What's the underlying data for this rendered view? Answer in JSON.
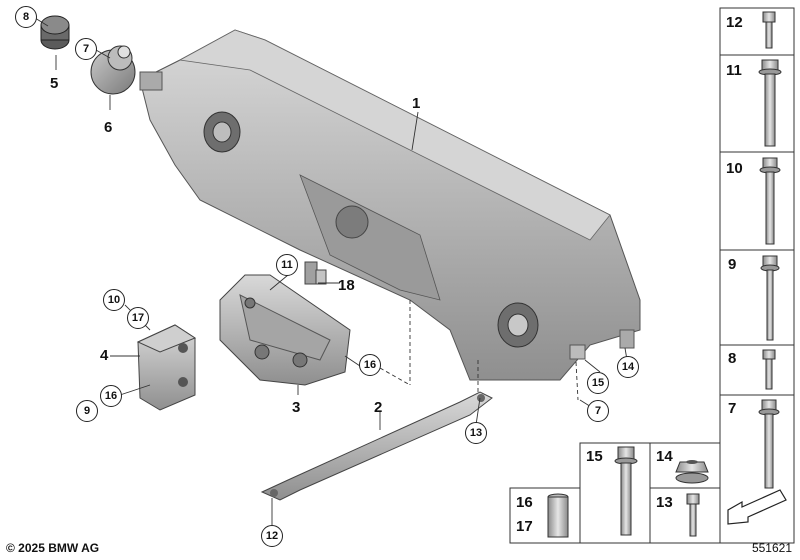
{
  "callouts": {
    "c1": "1",
    "c2": "2",
    "c3": "3",
    "c4": "4",
    "c5": "5",
    "c6": "6",
    "c7a": "7",
    "c7b": "7",
    "c8": "8",
    "c9": "9",
    "c10": "10",
    "c11": "11",
    "c12": "12",
    "c13": "13",
    "c14": "14",
    "c15": "15",
    "c16a": "16",
    "c16b": "16",
    "c17": "17",
    "c18": "18"
  },
  "grid": {
    "r12": "12",
    "r11": "11",
    "r10": "10",
    "r9": "9",
    "r8": "8",
    "r7": "7",
    "r15": "15",
    "r14": "14",
    "r16": "16",
    "r17": "17",
    "r13": "13"
  },
  "footer": {
    "copyright": "© 2025 BMW AG",
    "diagram_number": "551621"
  }
}
